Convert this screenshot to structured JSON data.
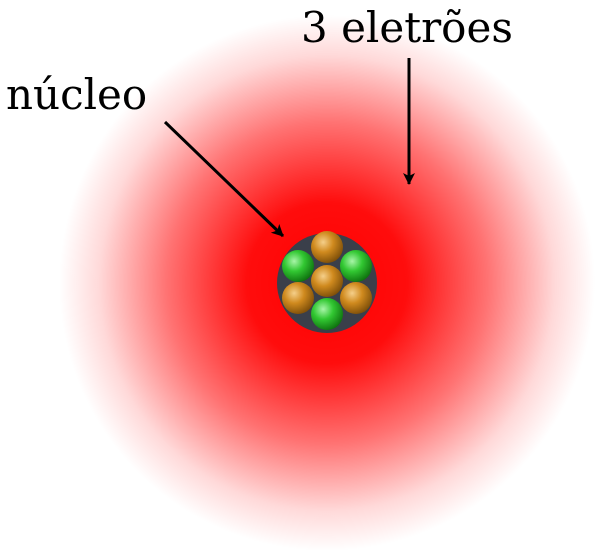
{
  "labels": {
    "nucleus": "núcleo",
    "electrons": "3 eletrões"
  },
  "colors": {
    "electron_cloud": "#ff0000",
    "nucleus_background": "#3a3f4a",
    "proton": "#32c832",
    "neutron": "#d08a1e",
    "arrow": "#000000"
  },
  "nucleus": {
    "protons": 3,
    "neutrons": 4
  }
}
